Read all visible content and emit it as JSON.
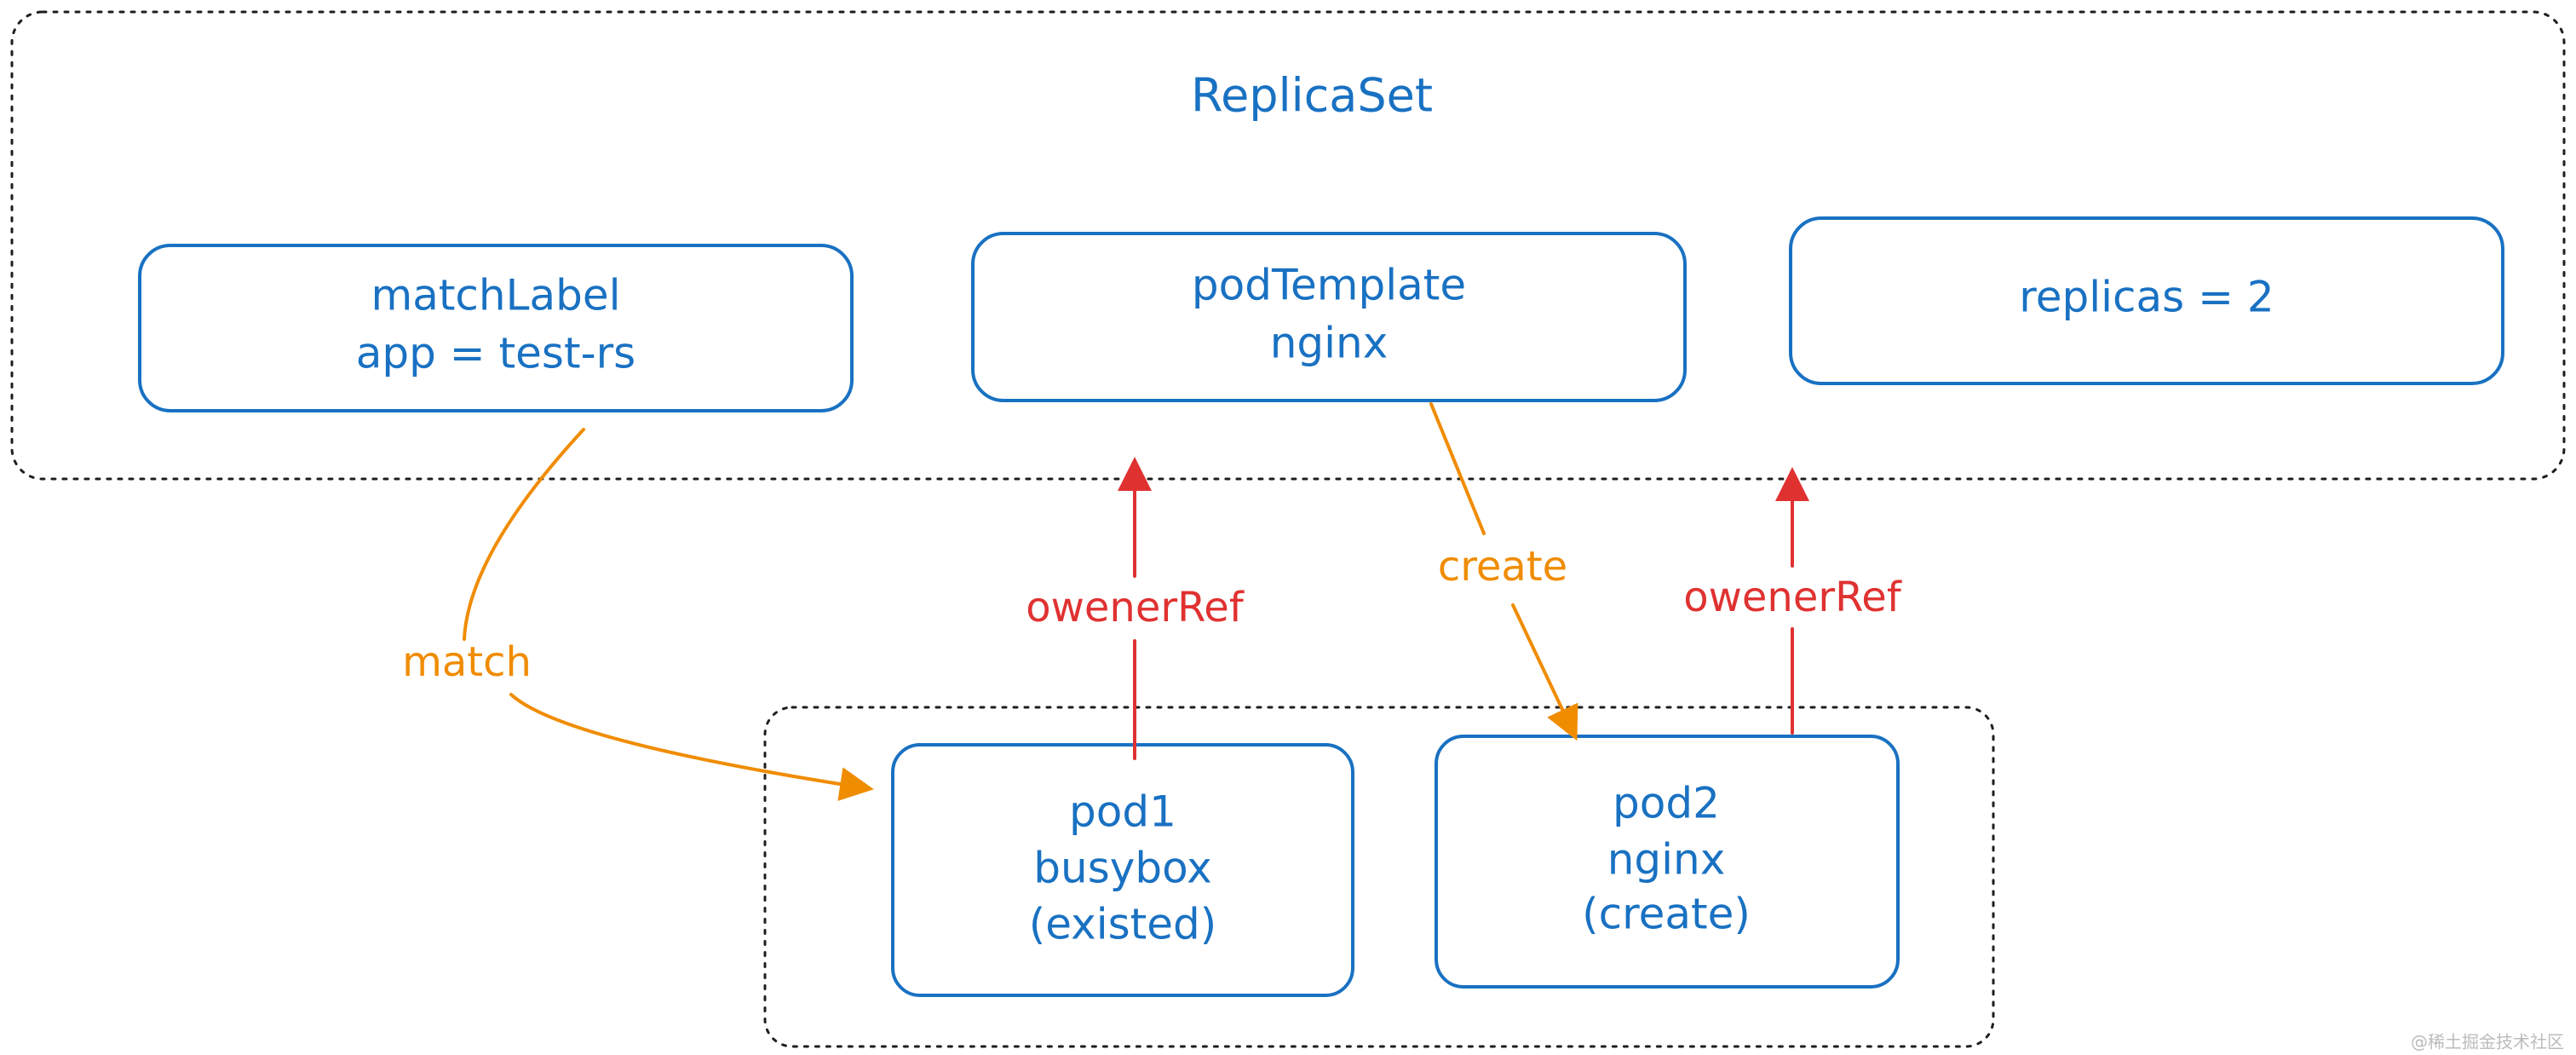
{
  "diagram": {
    "title": "ReplicaSet",
    "nodes": {
      "match_label": {
        "line1": "matchLabel",
        "line2": "app = test-rs"
      },
      "pod_template": {
        "line1": "podTemplate",
        "line2": "nginx"
      },
      "replicas": {
        "line1": "replicas = 2"
      },
      "pod1": {
        "line1": "pod1",
        "line2": "busybox",
        "line3": "(existed)"
      },
      "pod2": {
        "line1": "pod2",
        "line2": "nginx",
        "line3": "(create)"
      }
    },
    "edges": {
      "match": "match",
      "create": "create",
      "owner_ref_1": "owenerRef",
      "owner_ref_2": "owenerRef"
    },
    "colors": {
      "node_text": "#1971c2",
      "match_create_arrows": "#f08c00",
      "owner_ref_arrows": "#e03131",
      "group_border": "#1e1e1e"
    }
  },
  "watermark": "@稀土掘金技术社区"
}
